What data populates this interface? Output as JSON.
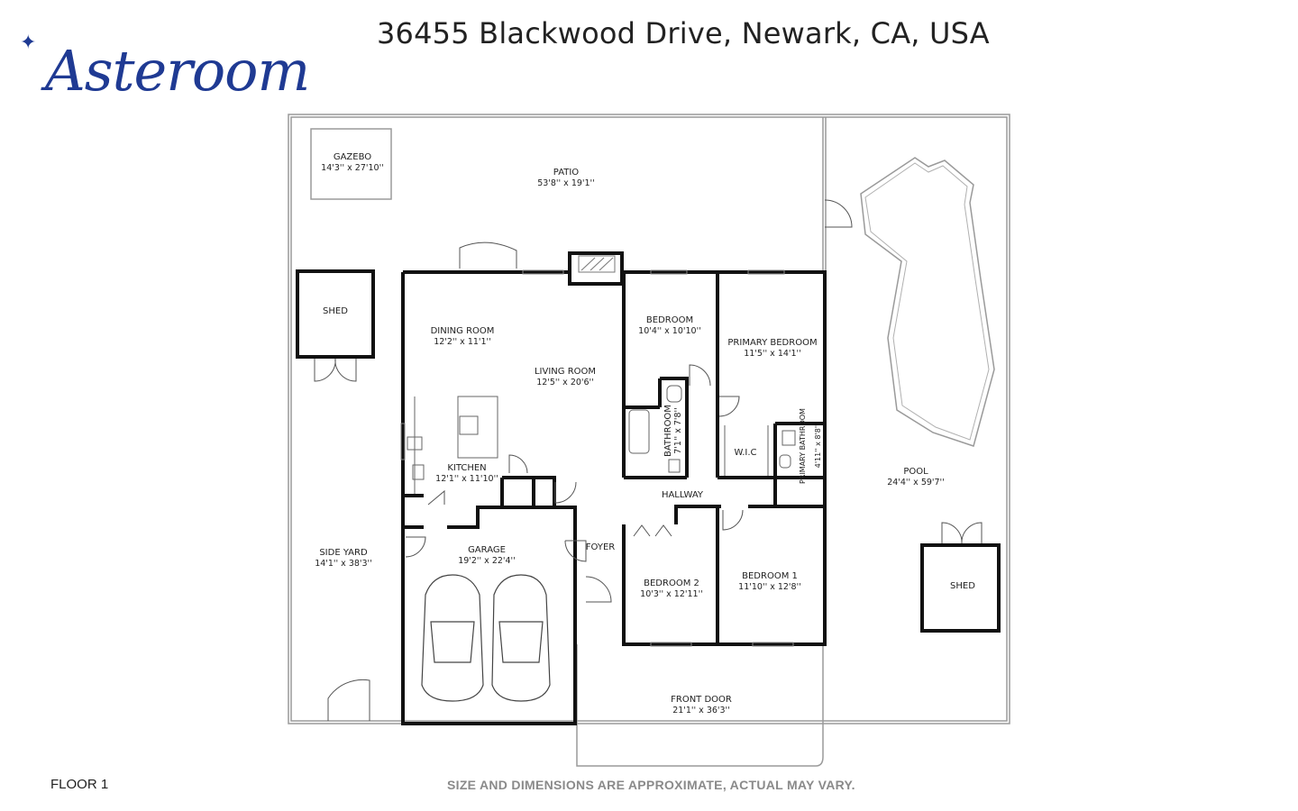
{
  "brand": {
    "name": "Asteroom"
  },
  "address": "36455 Blackwood Drive, Newark, CA, USA",
  "floor": "FLOOR 1",
  "disclaimer": "SIZE AND DIMENSIONS ARE APPROXIMATE, ACTUAL MAY VARY.",
  "rooms": {
    "gazebo": {
      "name": "GAZEBO",
      "dims": "14'3'' x 27'10''"
    },
    "patio": {
      "name": "PATIO",
      "dims": "53'8'' x 19'1''"
    },
    "shed_left": {
      "name": "SHED"
    },
    "dining": {
      "name": "DINING ROOM",
      "dims": "12'2'' x 11'1''"
    },
    "living": {
      "name": "LIVING ROOM",
      "dims": "12'5'' x 20'6''"
    },
    "bedroom": {
      "name": "BEDROOM",
      "dims": "10'4'' x 10'10''"
    },
    "primary_bedroom": {
      "name": "PRIMARY BEDROOM",
      "dims": "11'5'' x 14'1''"
    },
    "bathroom": {
      "name": "BATHROOM",
      "dims": "7'1'' x 7'8''"
    },
    "wic": {
      "name": "W.I.C"
    },
    "primary_bathroom": {
      "name": "PRIMARY BATHROOM",
      "dims": "4'11'' x 8'8''"
    },
    "kitchen": {
      "name": "KITCHEN",
      "dims": "12'1'' x 11'10''"
    },
    "hallway": {
      "name": "HALLWAY"
    },
    "pool": {
      "name": "POOL",
      "dims": "24'4'' x 59'7''"
    },
    "garage": {
      "name": "GARAGE",
      "dims": "19'2'' x 22'4''"
    },
    "foyer": {
      "name": "FOYER"
    },
    "side_yard": {
      "name": "SIDE YARD",
      "dims": "14'1'' x 38'3''"
    },
    "bedroom2": {
      "name": "BEDROOM 2",
      "dims": "10'3'' x 12'11''"
    },
    "bedroom1": {
      "name": "BEDROOM 1",
      "dims": "11'10'' x 12'8''"
    },
    "shed_right": {
      "name": "SHED"
    },
    "front_door": {
      "name": "FRONT DOOR",
      "dims": "21'1'' x 36'3''"
    }
  }
}
